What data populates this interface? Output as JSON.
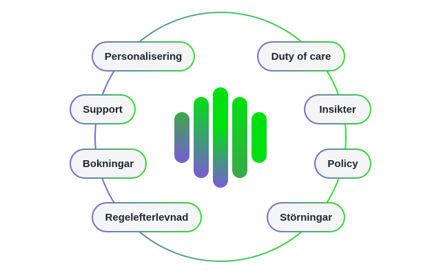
{
  "nodes": [
    {
      "id": "personalisering",
      "label": "Personalisering"
    },
    {
      "id": "support",
      "label": "Support"
    },
    {
      "id": "bokningar",
      "label": "Bokningar"
    },
    {
      "id": "regelefterlevnad",
      "label": "Regelefterlevnad"
    },
    {
      "id": "duty-of-care",
      "label": "Duty of care"
    },
    {
      "id": "insikter",
      "label": "Insikter"
    },
    {
      "id": "policy",
      "label": "Policy"
    },
    {
      "id": "storningar",
      "label": "Störningar"
    }
  ],
  "colors": {
    "accent_green": "#00e010",
    "accent_purple": "#7a5cd6",
    "pill_fill": "#f5f5f7",
    "text": "#1f2430"
  },
  "center_icon": "waveform-icon"
}
